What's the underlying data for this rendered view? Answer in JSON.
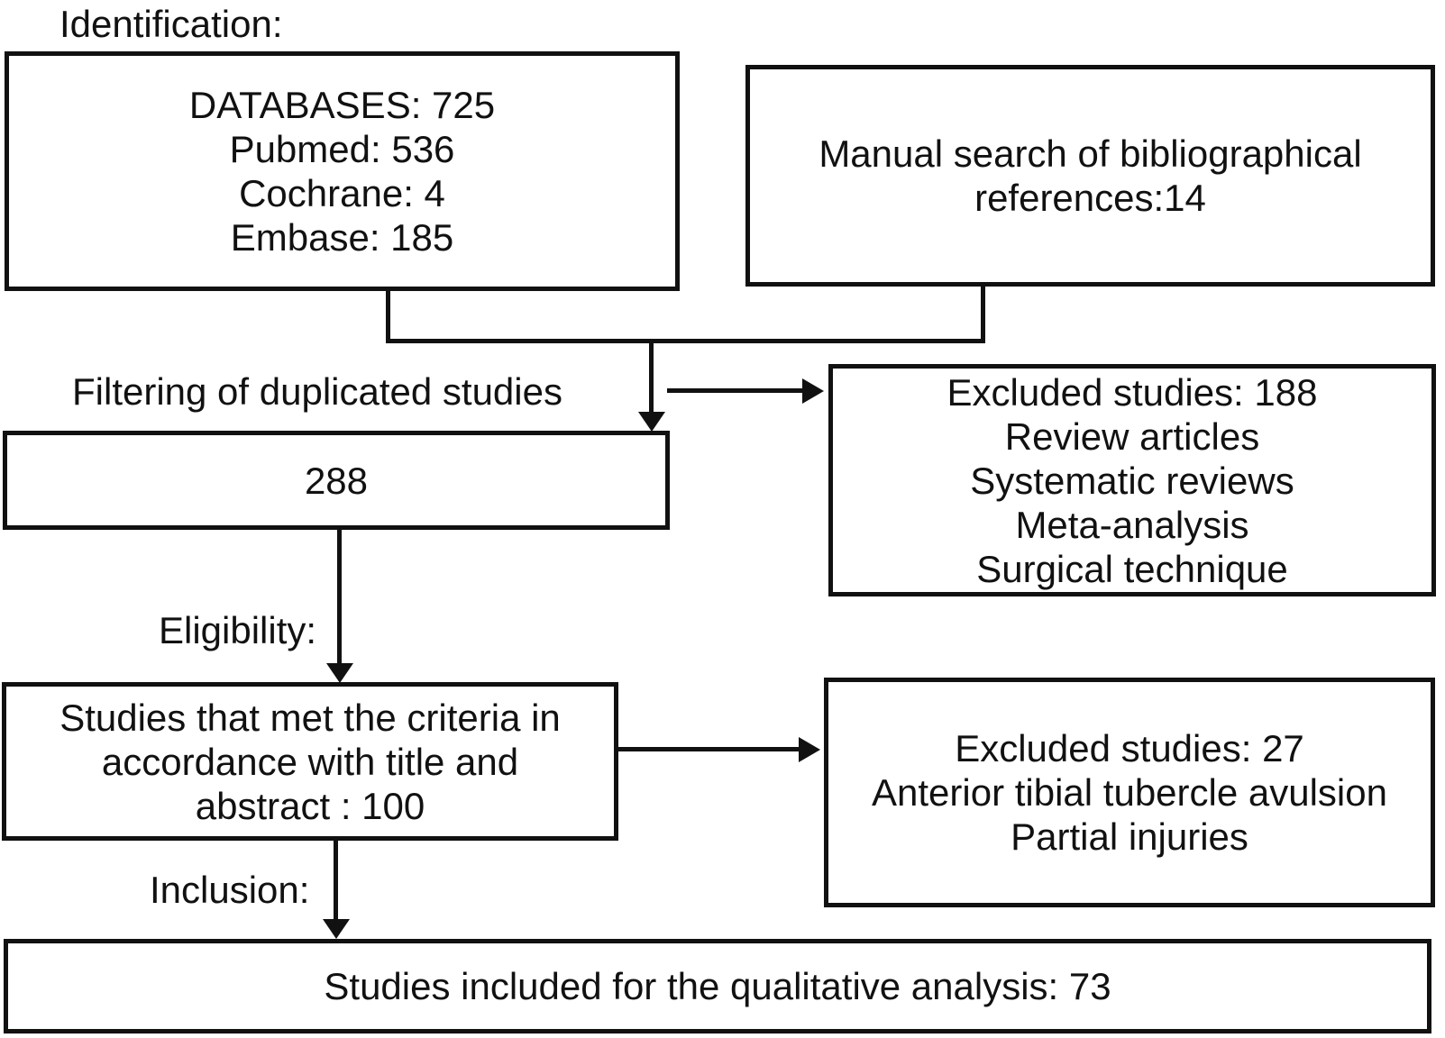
{
  "labels": {
    "identification": "Identification:",
    "filtering": "Filtering of duplicated studies",
    "eligibility": "Eligibility:",
    "inclusion": "Inclusion:"
  },
  "boxes": {
    "databases": {
      "lines": [
        "DATABASES: 725",
        "Pubmed: 536",
        "Cochrane: 4",
        "Embase: 185"
      ]
    },
    "manual_search": {
      "lines": [
        "Manual search of bibliographical",
        "references:14"
      ]
    },
    "deduplicated": {
      "lines": [
        "288"
      ]
    },
    "excluded_188": {
      "lines": [
        "Excluded studies: 188",
        "Review articles",
        "Systematic reviews",
        "Meta-analysis",
        "Surgical technique"
      ]
    },
    "criteria": {
      "lines": [
        "Studies that met the criteria in",
        "accordance with title and",
        "abstract : 100"
      ]
    },
    "excluded_27": {
      "lines": [
        "Excluded studies: 27",
        "Anterior tibial tubercle avulsion",
        "Partial injuries"
      ]
    },
    "included": {
      "lines": [
        "Studies included for the qualitative analysis: 73"
      ]
    }
  },
  "colors": {
    "line": "#111111",
    "text": "#111111",
    "background": "#ffffff"
  }
}
